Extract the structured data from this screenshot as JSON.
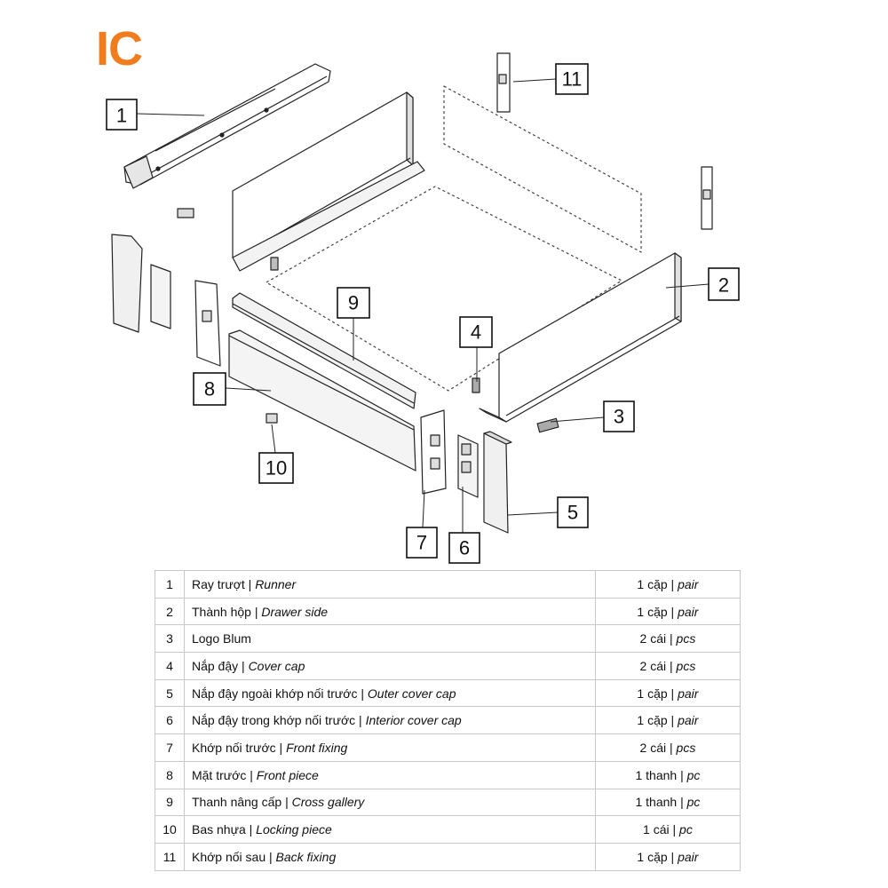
{
  "title": "IC",
  "colors": {
    "title": "#f07c1e",
    "stroke": "#222222",
    "panel_fill": "#f1f1f1",
    "dashed": "#444444"
  },
  "callouts": [
    "1",
    "2",
    "3",
    "4",
    "5",
    "6",
    "7",
    "8",
    "9",
    "10",
    "11"
  ],
  "parts": [
    {
      "num": "1",
      "name_vi": "Ray trượt",
      "name_en": "Runner",
      "qty_vi": "1 cặp",
      "qty_en": "pair"
    },
    {
      "num": "2",
      "name_vi": "Thành hộp",
      "name_en": "Drawer side",
      "qty_vi": "1 cặp",
      "qty_en": "pair"
    },
    {
      "num": "3",
      "name_vi": "Logo Blum",
      "name_en": "",
      "qty_vi": "2 cái",
      "qty_en": "pcs"
    },
    {
      "num": "4",
      "name_vi": "Nắp đậy",
      "name_en": "Cover cap",
      "qty_vi": "2 cái",
      "qty_en": "pcs"
    },
    {
      "num": "5",
      "name_vi": "Nắp đậy ngoài khớp nối trước",
      "name_en": "Outer cover cap",
      "qty_vi": "1 cặp",
      "qty_en": "pair"
    },
    {
      "num": "6",
      "name_vi": "Nắp đậy trong khớp nối trước",
      "name_en": "Interior cover cap",
      "qty_vi": "1 cặp",
      "qty_en": "pair"
    },
    {
      "num": "7",
      "name_vi": "Khớp nối trước",
      "name_en": "Front fixing",
      "qty_vi": "2 cái",
      "qty_en": "pcs"
    },
    {
      "num": "8",
      "name_vi": "Mặt trước",
      "name_en": "Front piece",
      "qty_vi": "1 thanh",
      "qty_en": "pc"
    },
    {
      "num": "9",
      "name_vi": "Thanh nâng cấp",
      "name_en": "Cross gallery",
      "qty_vi": "1 thanh",
      "qty_en": "pc"
    },
    {
      "num": "10",
      "name_vi": "Bas nhựa",
      "name_en": "Locking piece",
      "qty_vi": "1 cái",
      "qty_en": "pc"
    },
    {
      "num": "11",
      "name_vi": "Khớp nối sau",
      "name_en": "Back fixing",
      "qty_vi": "1 cặp",
      "qty_en": "pair"
    }
  ]
}
